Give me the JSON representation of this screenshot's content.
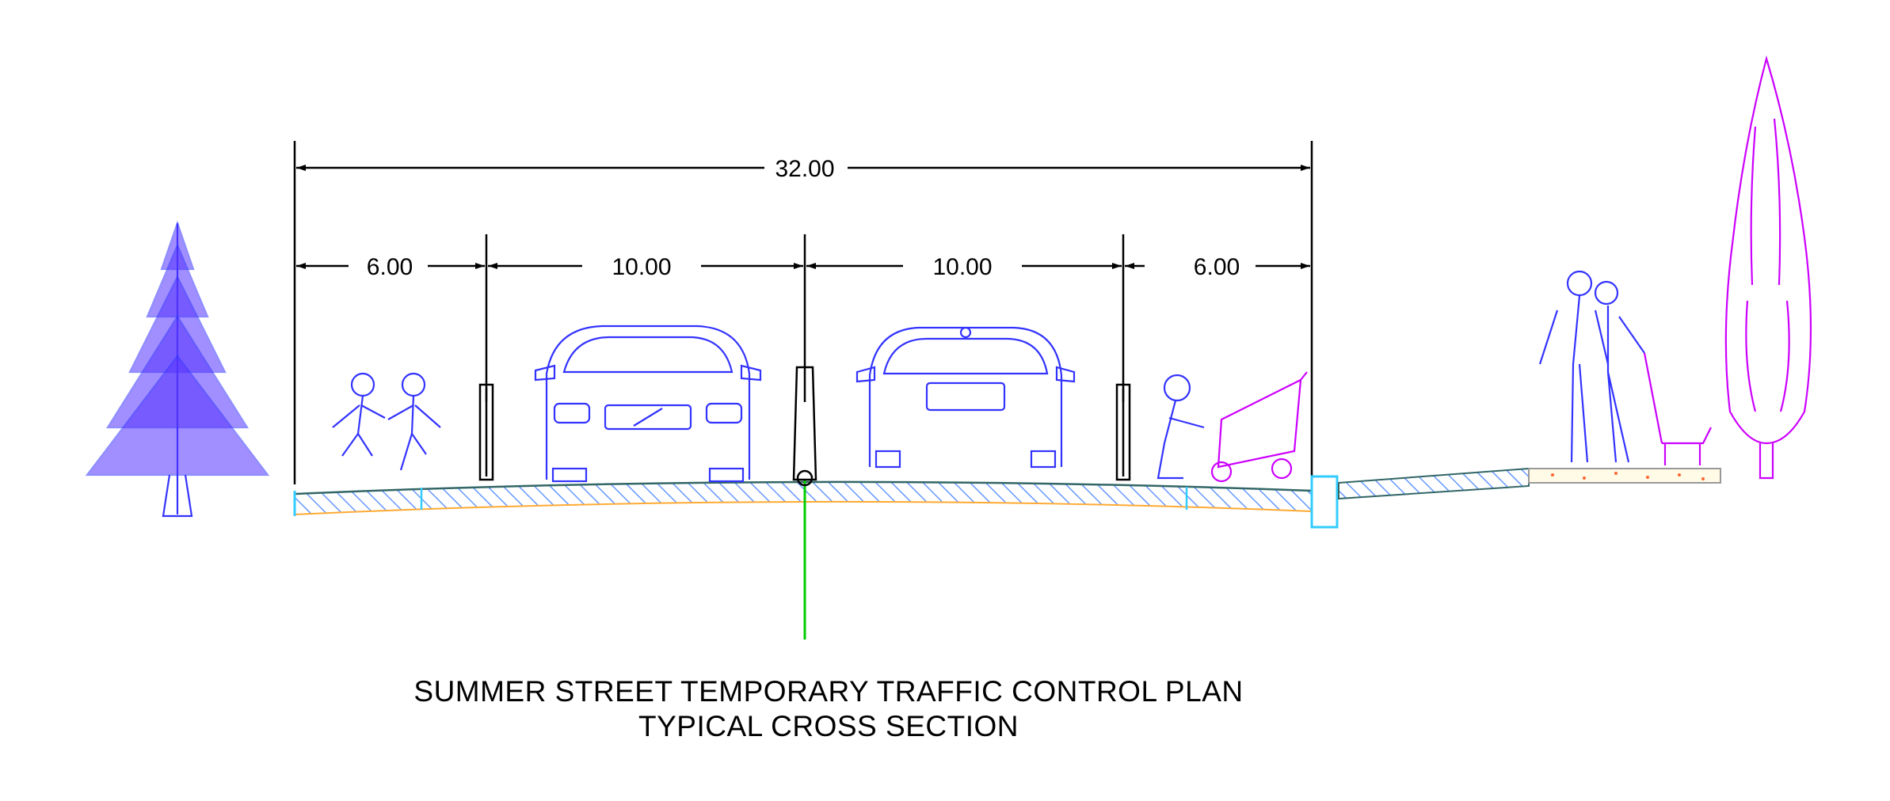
{
  "drawing": {
    "title_line_1": "SUMMER STREET TEMPORARY TRAFFIC CONTROL PLAN",
    "title_line_2": "TYPICAL CROSS SECTION"
  },
  "dimensions": {
    "overall": "32.00",
    "lane_1": "6.00",
    "lane_2": "10.00",
    "lane_3": "10.00",
    "lane_4": "6.00"
  },
  "colors": {
    "linework": "#000000",
    "figures_blue": "#3333ff",
    "figures_magenta": "#cc00ff",
    "centerline": "#00cc00",
    "hatch": "#6699ff",
    "subgrade": "#ffaa33",
    "curb": "#33ccff"
  },
  "icons": [
    "pine-tree-icon",
    "children-running-icon",
    "car-front-icon",
    "car-rear-icon",
    "parent-stroller-icon",
    "couple-walking-dog-icon",
    "cypress-tree-icon"
  ]
}
